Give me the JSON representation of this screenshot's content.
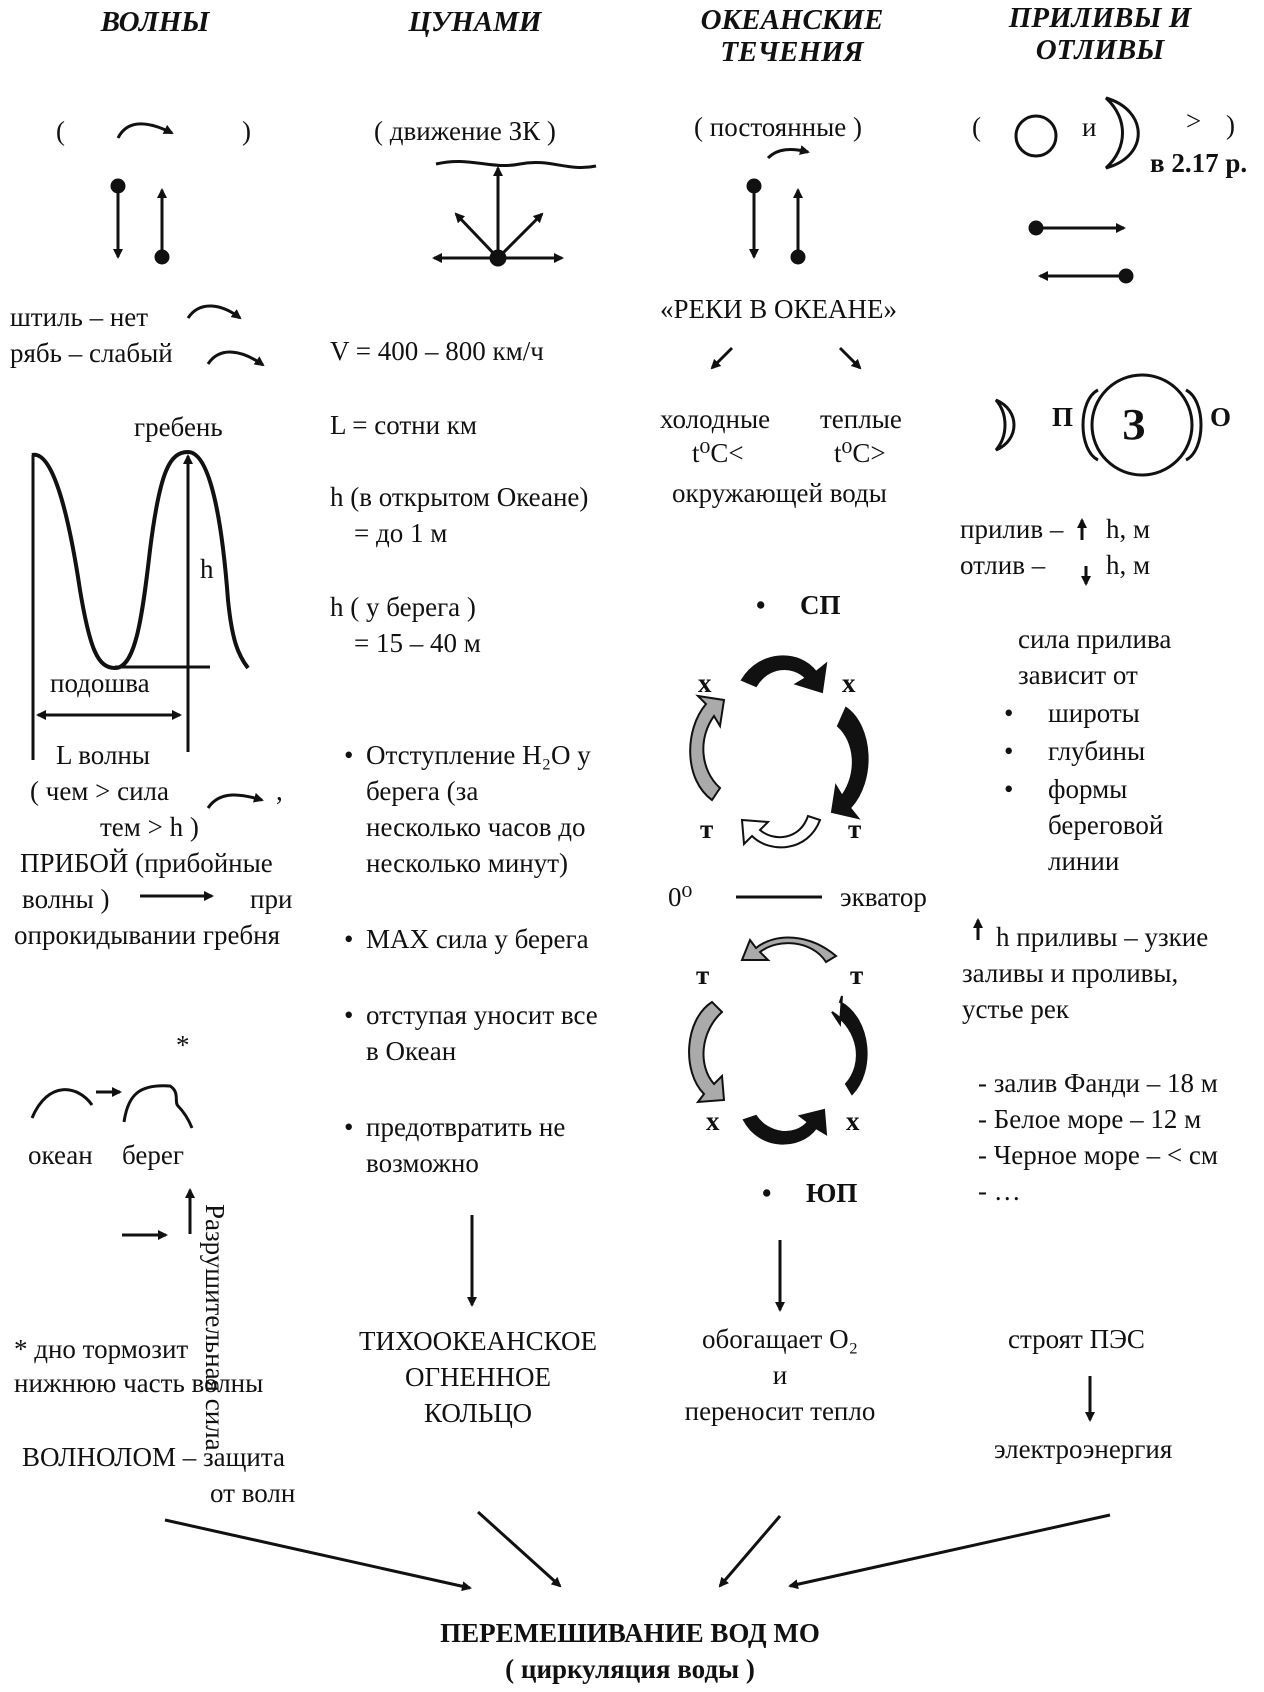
{
  "headers": {
    "waves": "ВОЛНЫ",
    "tsunami": "ЦУНАМИ",
    "currents": "ОКЕАНСКИЕ ТЕЧЕНИЯ",
    "tides": "ПРИЛИВЫ И ОТЛИВЫ"
  },
  "waves": {
    "paren_open": "(",
    "paren_close": ")",
    "calm": "штиль – нет",
    "ripple": "рябь – слабый",
    "crest": "гребень",
    "height": "h",
    "trough": "подошва",
    "length": "L волны",
    "rule_1": "( чем > сила",
    "rule_1_tail": ",",
    "rule_2": "тем > h )",
    "surf_1": "ПРИБОЙ (прибойные",
    "surf_2": "волны )",
    "surf_when": "при",
    "surf_3": "опрокидывании гребня",
    "star": "*",
    "ocean": "океан",
    "shore": "берег",
    "destructive": "Разрушительная сила",
    "note_1": "* дно тормозит",
    "note_2": "нижнюю часть волны",
    "breakwater_1": "ВОЛНОЛОМ – защита",
    "breakwater_2": "от волн"
  },
  "tsunami": {
    "cause": "( движение ЗК )",
    "speed": "V = 400 – 800 км/ч",
    "length": "L = сотни км",
    "h_open_1": "h (в открытом Океане)",
    "h_open_2": "= до 1 м",
    "h_shore_1": "h ( у берега )",
    "h_shore_2": "= 15 – 40 м",
    "bullet_1": [
      "Отступление H₂O у",
      "берега (за",
      "несколько часов до",
      "несколько минут)"
    ],
    "bullet_2": "MAX сила у берега",
    "bullet_3": [
      "отступая уносит все",
      "в Океан"
    ],
    "bullet_4": [
      "предотвратить не",
      "возможно"
    ],
    "result": [
      "ТИХООКЕАНСКОЕ",
      "ОГНЕННОЕ",
      "КОЛЬЦО"
    ]
  },
  "currents": {
    "type": "( постоянные )",
    "rivers": "«РЕКИ В ОКЕАНЕ»",
    "cold": "холодные",
    "warm": "теплые",
    "cold_t": "t⁰C<",
    "warm_t": "t⁰C>",
    "surrounding": "окружающей воды",
    "north_pole": "СП",
    "south_pole": "ЮП",
    "cold_mark": "х",
    "warm_mark": "т",
    "zero": "0⁰",
    "equator": "экватор",
    "result": [
      "обогащает O₂",
      "и",
      "переносит тепло"
    ]
  },
  "tides": {
    "paren_open": "(",
    "and": "и",
    "greater": ">",
    "paren_close": ")",
    "ref": "в 2.17 р.",
    "p": "П",
    "earth": "З",
    "o": "О",
    "flood": "прилив –",
    "flood_unit": "h, м",
    "ebb": "отлив –",
    "ebb_unit": "h, м",
    "force_1": "сила прилива",
    "force_2": "зависит от",
    "factors": [
      "широты",
      "глубины",
      "формы",
      "береговой",
      "линии"
    ],
    "high_1": "h   приливы – узкие",
    "high_2": "заливы и проливы,",
    "high_3": "устье рек",
    "examples": [
      "- залив Фанди – 18 м",
      "- Белое море – 12 м",
      "- Черное море – < см",
      "- …"
    ],
    "use": "строят ПЭС",
    "energy": "электроэнергия"
  },
  "footer": {
    "title": "ПЕРЕМЕШИВАНИЕ ВОД МО",
    "subtitle": "( циркуляция воды )"
  }
}
